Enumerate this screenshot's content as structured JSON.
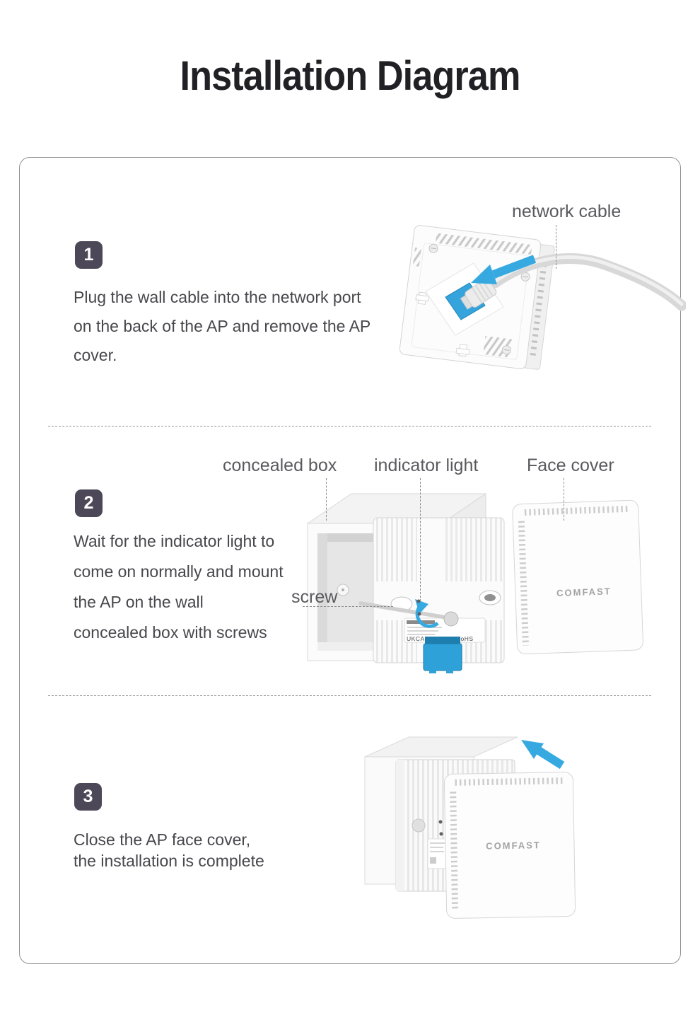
{
  "page": {
    "title": "Installation Diagram"
  },
  "brand": "COMFAST",
  "device": {
    "certifications": "UKCA FC CE ♻ RoHS"
  },
  "colors": {
    "accent_blue": "#36a9e1",
    "badge_background": "#4c4858",
    "title_text": "#212125",
    "body_text": "#47474c",
    "callout_text": "#5a5a5e"
  },
  "steps": [
    {
      "number": "1",
      "lines": [
        "Plug the wall cable into the network port",
        "on the back of the AP and remove the AP",
        "cover."
      ],
      "callouts": {
        "network_cable": "network cable"
      }
    },
    {
      "number": "2",
      "lines": [
        "Wait for the indicator light to",
        "come on normally and mount",
        "the AP on the wall",
        "concealed box with screws"
      ],
      "callouts": {
        "concealed_box": "concealed box",
        "indicator_light": "indicator light",
        "face_cover": "Face cover",
        "screw": "screw"
      }
    },
    {
      "number": "3",
      "lines": [
        "Close the AP face cover,",
        "the installation is complete"
      ],
      "callouts": {}
    }
  ]
}
